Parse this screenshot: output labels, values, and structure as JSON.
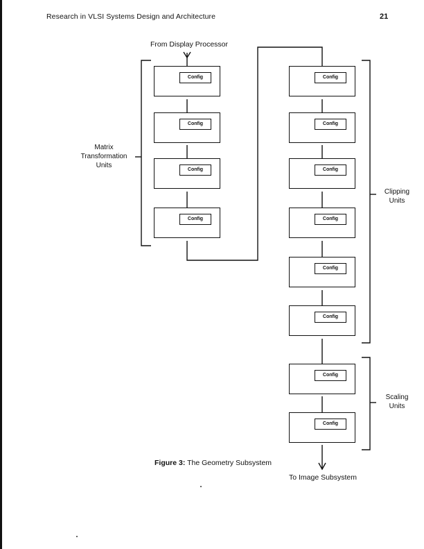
{
  "header": {
    "running_head": "Research in VLSI Systems Design and Architecture",
    "page_number": "21"
  },
  "diagram": {
    "input_label": "From Display Processor",
    "output_label": "To Image Subsystem",
    "box_label": "Config",
    "groups": {
      "matrix": {
        "line1": "Matrix",
        "line2": "Transformation",
        "line3": "Units",
        "count": 4
      },
      "clipping": {
        "line1": "Clipping",
        "line2": "Units",
        "count": 6
      },
      "scaling": {
        "line1": "Scaling",
        "line2": "Units",
        "count": 2
      }
    }
  },
  "caption": {
    "figure": "Figure 3:",
    "title": "The Geometry Subsystem"
  }
}
